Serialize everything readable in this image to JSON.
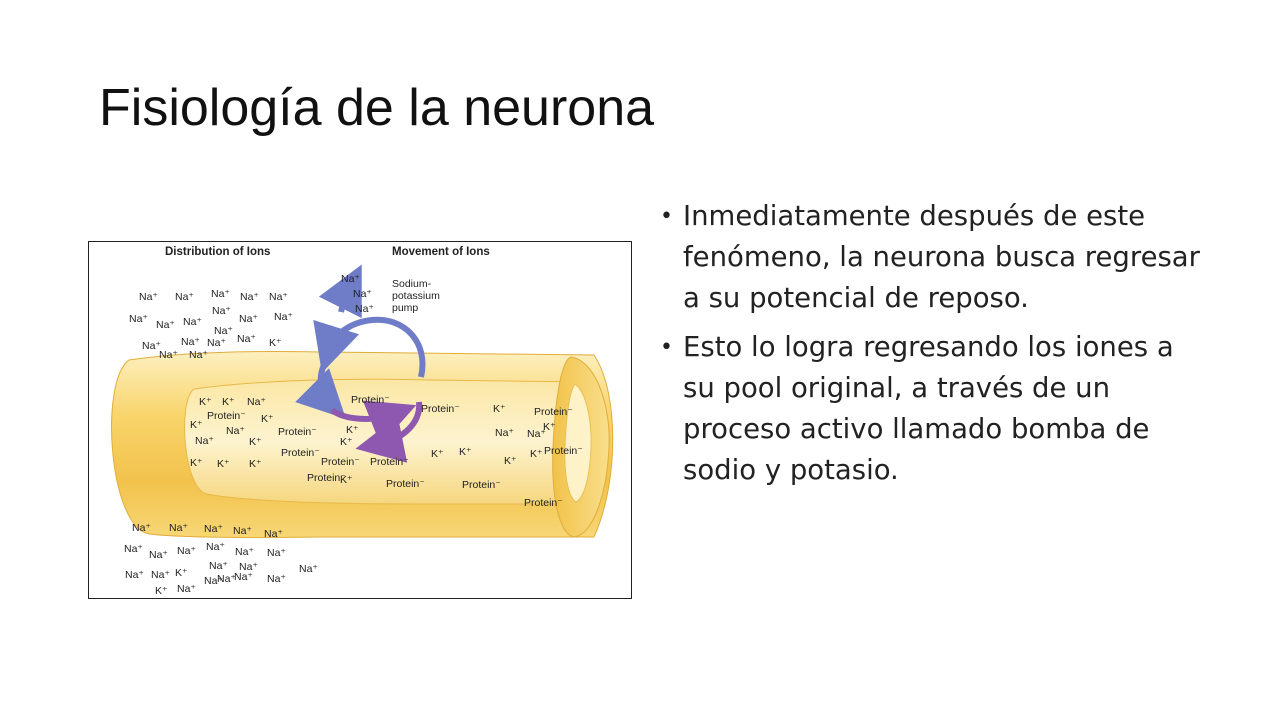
{
  "slide": {
    "title": "Fisiología de la neurona"
  },
  "diagram": {
    "header_left": "Distribution of Ions",
    "header_right": "Movement of Ions",
    "pump_label_lines": [
      "Sodium-",
      "potassium",
      "pump"
    ],
    "outside_top_ions": [
      "Na⁺",
      "Na⁺",
      "Na⁺",
      "Na⁺",
      "Na⁺",
      "Na⁺",
      "Na⁺",
      "Na⁺",
      "Na⁺",
      "Na⁺",
      "Na⁺",
      "Na⁺",
      "Na⁺",
      "Na⁺",
      "Na⁺",
      "K⁺",
      "Na⁺",
      "Na⁺",
      "Na⁺"
    ],
    "pump_ions": [
      "Na⁺",
      "Na⁺",
      "Na⁺"
    ],
    "inside_ions": [
      "K⁺",
      "K⁺",
      "Na⁺",
      "Protein⁻",
      "K⁺",
      "K⁺",
      "Na⁺",
      "K⁺",
      "Na⁺",
      "K⁺",
      "K⁺",
      "K⁺",
      "K⁺",
      "Protein⁻",
      "Protein⁻",
      "Protein⁻",
      "K⁺",
      "K⁺",
      "Protein⁻",
      "Protein⁻",
      "K⁺",
      "Na⁺",
      "Protein⁻",
      "K⁺",
      "Na⁺",
      "Protein⁻",
      "K⁺",
      "Protein⁻",
      "K⁺",
      "K⁺",
      "Protein⁻",
      "Protein⁻",
      "K⁺",
      "Protein⁻",
      "Protein⁻"
    ],
    "outside_bottom_ions": [
      "Na⁺",
      "Na⁺",
      "Na⁺",
      "Na⁺",
      "Na⁺",
      "Na⁺",
      "Na⁺",
      "Na⁺",
      "Na⁺",
      "Na⁺",
      "Na⁺",
      "Na⁺",
      "Na⁺",
      "Na⁺",
      "Na⁺",
      "Na⁺",
      "Na⁺",
      "K⁺",
      "Na⁺",
      "Na⁺",
      "Na⁺",
      "K⁺",
      "Na⁺"
    ],
    "colors": {
      "membrane_light": "#fde9a6",
      "membrane_mid": "#f7cd5a",
      "membrane_dark": "#e7b236",
      "pump_blue": "#6f7cc7",
      "pump_purple": "#8e57b0"
    }
  },
  "bullets": [
    "Inmediatamente después de este fenómeno, la neurona busca regresar a su potencial de reposo.",
    "Esto lo logra regresando los iones a su pool original, a través de un proceso activo llamado bomba de sodio y potasio."
  ]
}
